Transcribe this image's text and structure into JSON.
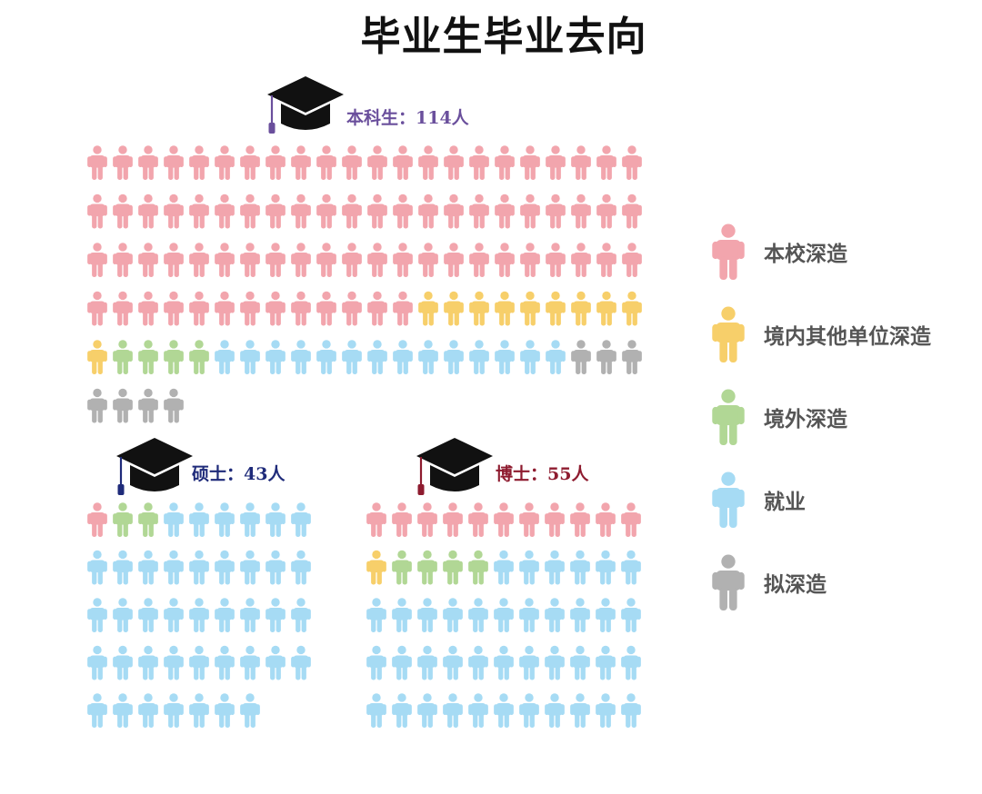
{
  "title": "毕业生毕业去向",
  "colors": {
    "本校深造": "#f2a5ad",
    "境内其他单位深造": "#f7cf6a",
    "境外深造": "#b1d795",
    "就业": "#a6dbf4",
    "拟深造": "#b1b1b1"
  },
  "legend": [
    "本校深造",
    "境内其他单位深造",
    "境外深造",
    "就业",
    "拟深造"
  ],
  "chart_data": [
    {
      "type": "pictogram",
      "group": "本科生",
      "label": "本科生：114人",
      "label_color": "#6a4f9c",
      "total": 114,
      "counts": [
        {
          "category": "本校深造",
          "value": 79
        },
        {
          "category": "境内其他单位深造",
          "value": 10
        },
        {
          "category": "境外深造",
          "value": 4
        },
        {
          "category": "就业",
          "value": 14
        },
        {
          "category": "拟深造",
          "value": 7
        }
      ]
    },
    {
      "type": "pictogram",
      "group": "硕士",
      "label": "硕士：43人",
      "label_color": "#1f2b7a",
      "total": 43,
      "counts": [
        {
          "category": "本校深造",
          "value": 1
        },
        {
          "category": "境内其他单位深造",
          "value": 0
        },
        {
          "category": "境外深造",
          "value": 2
        },
        {
          "category": "就业",
          "value": 40
        },
        {
          "category": "拟深造",
          "value": 0
        }
      ]
    },
    {
      "type": "pictogram",
      "group": "博士",
      "label": "博士：55人",
      "label_color": "#8e1b2f",
      "total": 55,
      "counts": [
        {
          "category": "本校深造",
          "value": 11
        },
        {
          "category": "境内其他单位深造",
          "value": 1
        },
        {
          "category": "境外深造",
          "value": 4
        },
        {
          "category": "就业",
          "value": 39
        },
        {
          "category": "拟深造",
          "value": 0
        }
      ]
    }
  ]
}
